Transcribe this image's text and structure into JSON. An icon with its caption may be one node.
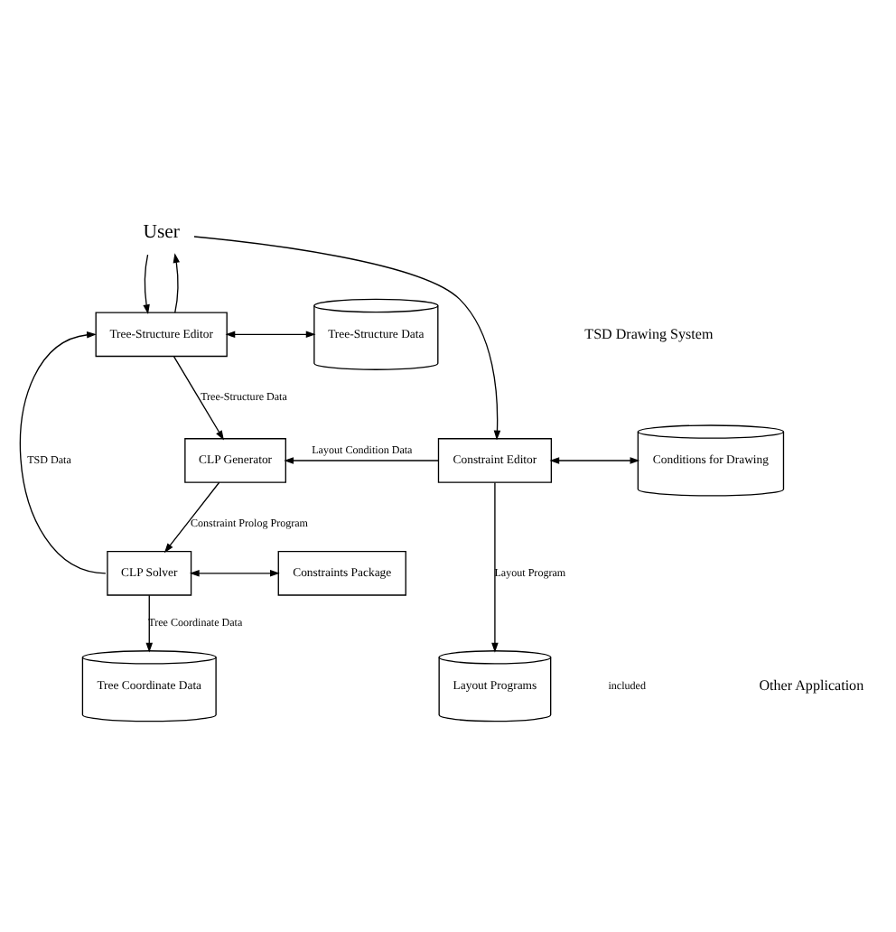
{
  "diagram": {
    "nodes": [
      {
        "text": [
          "User"
        ]
      },
      {
        "text": [
          "Tree-Structure Editor"
        ]
      },
      {
        "text": [
          "Tree-Structure Data"
        ]
      },
      {
        "text": [
          "CLP Generator"
        ]
      },
      {
        "text": [
          "Constraint Editor"
        ]
      },
      {
        "text": [
          "Conditions for Drawing"
        ]
      },
      {
        "text": [
          "CLP Solver"
        ]
      },
      {
        "text": [
          "Constraints Package"
        ]
      },
      {
        "text": [
          "Tree Coordinate Data"
        ]
      },
      {
        "text": [
          "Layout Programs"
        ]
      }
    ],
    "edges": [
      {
        "from": 1,
        "to": 0,
        "arrow": "to"
      },
      {
        "from": 0,
        "to": 1,
        "arrow": "to"
      },
      {
        "from": 0,
        "to": 4,
        "arrow": "to"
      },
      {
        "from": 1,
        "to": 2,
        "arrow": "both"
      },
      {
        "from": 1,
        "to": 3,
        "arrow": "to",
        "label": "Tree-Structure Data"
      },
      {
        "from": 6,
        "to": 1,
        "arrow": "to",
        "label": "TSD Data"
      },
      {
        "from": 4,
        "to": 3,
        "arrow": "to",
        "label": "Layout Condition Data"
      },
      {
        "from": 4,
        "to": 5,
        "arrow": "both"
      },
      {
        "from": 3,
        "to": 6,
        "arrow": "to",
        "label": "Constraint Prolog Program"
      },
      {
        "from": 6,
        "to": 7,
        "arrow": "both"
      },
      {
        "from": 6,
        "to": 8,
        "arrow": "to",
        "label": "Tree Coordinate Data"
      },
      {
        "from": 4,
        "to": 9,
        "arrow": "to",
        "label": "Layout Program"
      }
    ],
    "labels": [
      "TSD Drawing System",
      "included",
      "Other Application"
    ]
  }
}
